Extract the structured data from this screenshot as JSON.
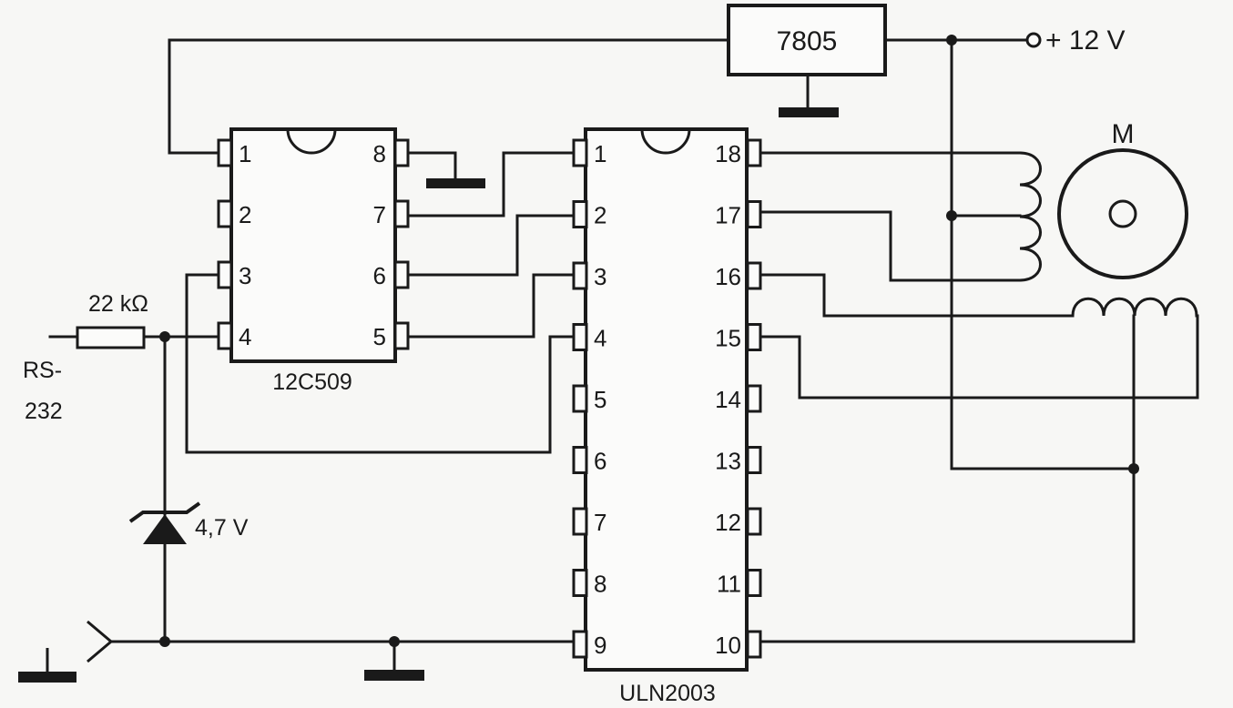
{
  "components": {
    "regulator": {
      "name": "7805"
    },
    "supply": {
      "label": "+ 12 V"
    },
    "motor": {
      "label": "M"
    },
    "mcu": {
      "name": "12C509",
      "pins_left": [
        "1",
        "2",
        "3",
        "4"
      ],
      "pins_right": [
        "8",
        "7",
        "6",
        "5"
      ]
    },
    "driver": {
      "name": "ULN2003",
      "pins_left": [
        "1",
        "2",
        "3",
        "4",
        "5",
        "6",
        "7",
        "8",
        "9"
      ],
      "pins_right": [
        "18",
        "17",
        "16",
        "15",
        "14",
        "13",
        "12",
        "11",
        "10"
      ]
    },
    "resistor": {
      "label": "22 kΩ"
    },
    "zener": {
      "label": "4,7 V"
    },
    "input": {
      "line1": "RS-",
      "line2": "232"
    }
  }
}
